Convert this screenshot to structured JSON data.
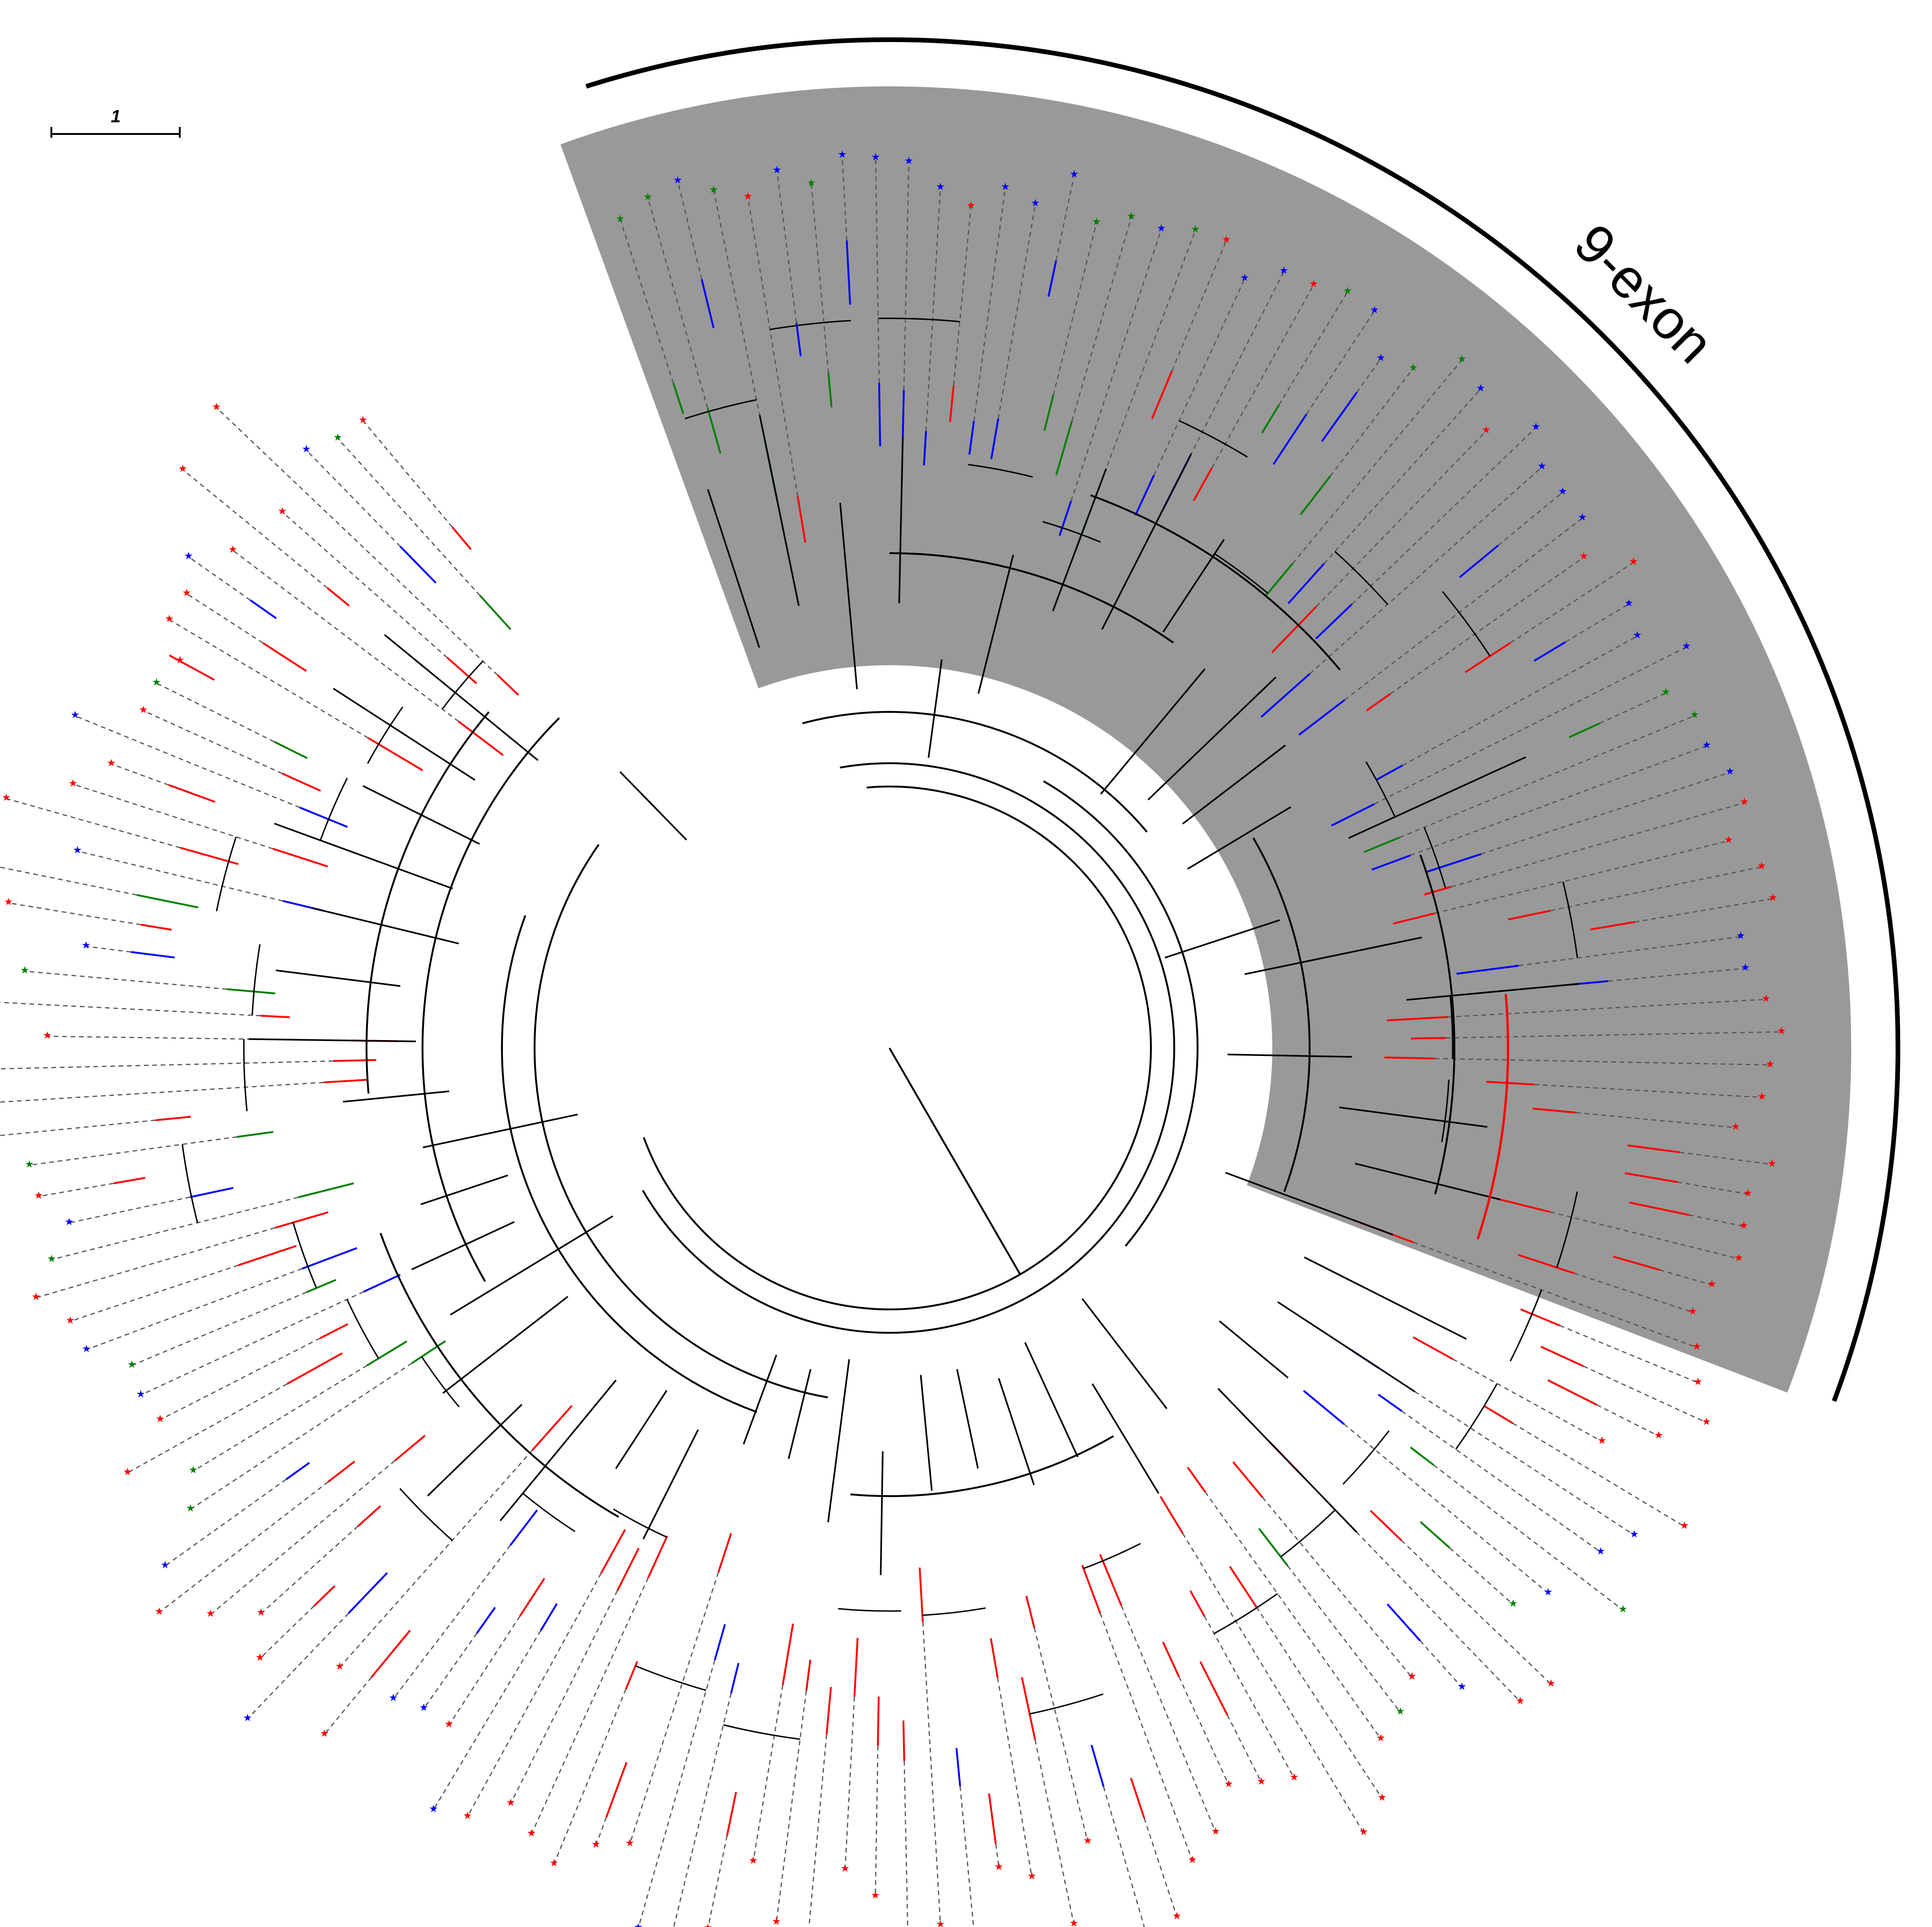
{
  "figure": {
    "clade_label": "9-exon",
    "scale_bar_label": "1"
  },
  "colors": {
    "background": "#ffffff",
    "highlight": "#999999",
    "branch_default": "#000000",
    "species_a": "#ff0000",
    "species_b": "#0000ff",
    "species_c": "#008000",
    "guide_line": "#555555",
    "bracket": "#000000"
  },
  "legend_meaning": {
    "red": "species_a",
    "blue": "species_b",
    "green": "species_c"
  },
  "tree": {
    "layout": "circular",
    "highlighted_clade": "9-exon",
    "tip_colors_sequence": [
      "g",
      "g",
      "b",
      "g",
      "r",
      "b",
      "g",
      "b",
      "b",
      "b",
      "b",
      "r",
      "b",
      "b",
      "b",
      "g",
      "g",
      "b",
      "g",
      "r",
      "b",
      "b",
      "r",
      "g",
      "b",
      "b",
      "g",
      "g",
      "b",
      "r",
      "b",
      "b",
      "b",
      "b",
      "r",
      "r",
      "b",
      "b",
      "b",
      "g",
      "g",
      "b",
      "b",
      "r",
      "r",
      "r",
      "r",
      "b",
      "b",
      "r",
      "r",
      "r",
      "r",
      "r",
      "r",
      "r",
      "r",
      "r",
      "r",
      "r",
      "r",
      "r",
      "r",
      "r",
      "r",
      "r",
      "b",
      "b",
      "g",
      "b",
      "g",
      "r",
      "r",
      "b",
      "r",
      "g",
      "r",
      "r",
      "r",
      "r",
      "r",
      "r",
      "r",
      "r",
      "r",
      "b",
      "r",
      "r",
      "r",
      "r",
      "b",
      "r",
      "r",
      "r",
      "r",
      "r",
      "r",
      "r",
      "r",
      "b",
      "b",
      "r",
      "r",
      "r",
      "r",
      "r",
      "r",
      "b",
      "r",
      "b",
      "b",
      "r",
      "r",
      "b",
      "r",
      "r",
      "r",
      "r",
      "b",
      "g",
      "g",
      "r",
      "r",
      "b",
      "g",
      "b",
      "r",
      "r",
      "g",
      "b",
      "r",
      "g",
      "r",
      "r",
      "r",
      "r",
      "r",
      "g",
      "b",
      "r",
      "g",
      "b",
      "r",
      "r",
      "r",
      "b",
      "r",
      "g",
      "r",
      "r",
      "r",
      "b",
      "r",
      "r",
      "r",
      "r",
      "b",
      "g",
      "r"
    ]
  }
}
